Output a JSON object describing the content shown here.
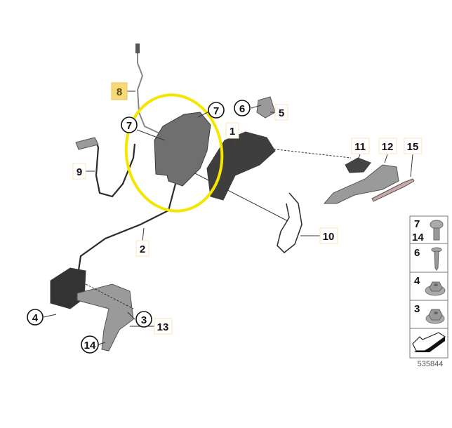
{
  "diagram": {
    "callouts": {
      "p8": "8",
      "p7a": "7",
      "p7b": "7",
      "p6": "6",
      "p5": "5",
      "p1": "1",
      "p11": "11",
      "p12": "12",
      "p15": "15",
      "p9": "9",
      "p10": "10",
      "p2": "2",
      "p4": "4",
      "p3": "3",
      "p13": "13",
      "p14": "14"
    },
    "highlighted_part": "8",
    "highlight_color": "#f5e600",
    "legend": {
      "rows": [
        {
          "labels": [
            "7",
            "14"
          ],
          "icon": "screw-icon"
        },
        {
          "labels": [
            "6"
          ],
          "icon": "countersunk-screw-icon"
        },
        {
          "labels": [
            "4"
          ],
          "icon": "flange-nut-icon"
        },
        {
          "labels": [
            "3"
          ],
          "icon": "hex-nut-icon"
        },
        {
          "labels": [],
          "icon": "direction-arrow-icon"
        }
      ]
    },
    "catalog_number": "535844"
  }
}
